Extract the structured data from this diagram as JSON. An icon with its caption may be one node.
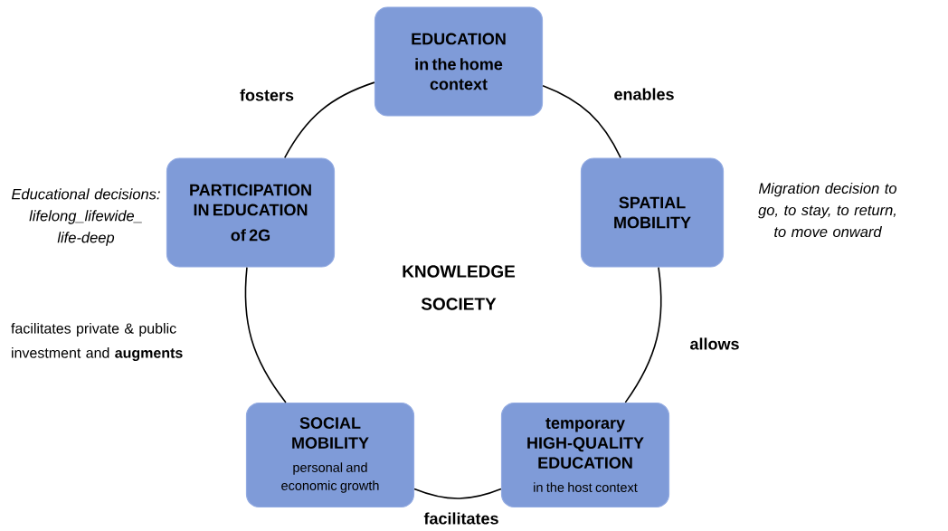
{
  "diagram": {
    "nodes": [
      {
        "text": [
          "EDUCATION",
          "in the home context"
        ]
      },
      {
        "text": [
          "SPATIAL MOBILITY"
        ],
        "beside": [
          "Migration decision to go, to stay, to return, to move onward"
        ]
      },
      {
        "text": [
          "temporary HIGH-QUALITY EDUCATION",
          "in the host context"
        ]
      },
      {
        "text": [
          "SOCIAL MOBILITY",
          "personal and economic growth"
        ]
      },
      {
        "text": [
          "PARTICIPATION IN EDUCATION",
          "of 2G"
        ],
        "beside": [
          "Educational decisions: lifelong_lifewide_ life-deep"
        ]
      }
    ],
    "edges": [
      {
        "from": 0,
        "to": 1,
        "arrow": "none",
        "label": "enables"
      },
      {
        "from": 1,
        "to": 2,
        "arrow": "none",
        "label": "allows"
      },
      {
        "from": 2,
        "to": 3,
        "arrow": "none",
        "label": "facilitates"
      },
      {
        "from": 3,
        "to": 4,
        "arrow": "none",
        "label": "facilitates private & public investment and **augments**"
      },
      {
        "from": 4,
        "to": 0,
        "arrow": "none",
        "label": "fosters"
      }
    ],
    "labels": [
      "KNOWLEDGE SOCIETY"
    ]
  }
}
